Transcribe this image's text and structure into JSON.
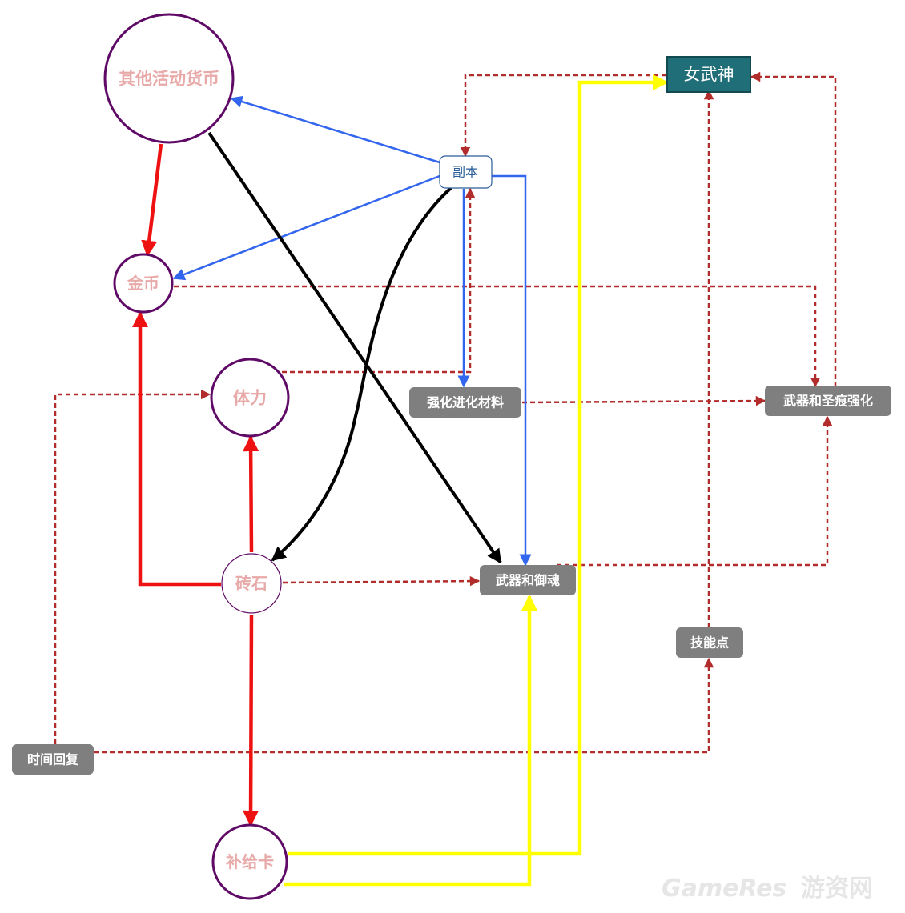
{
  "nodes": {
    "other_currency": "其他活动货币",
    "gold": "金币",
    "stamina": "体力",
    "gem": "砖石",
    "supply_card": "补给卡",
    "dungeon": "副本",
    "valkyrie": "女武神",
    "enhance_material": "强化进化材料",
    "weapon_stigmata_enhance": "武器和圣痕强化",
    "weapon_soul": "武器和御魂",
    "skill_point": "技能点",
    "time_recovery": "时间回复"
  },
  "watermark": {
    "brand": "GameRes",
    "brand_cn": "游资网"
  },
  "colors": {
    "red": "#ee1111",
    "black": "#000000",
    "blue": "#3366ee",
    "yellow": "#ffff00",
    "dashed": "#b22c2c",
    "circle_stroke": "#5f0a66",
    "circle_text": "#e8a9a9",
    "grey_box": "#7f7f7f",
    "teal_box": "#1f6e78"
  }
}
